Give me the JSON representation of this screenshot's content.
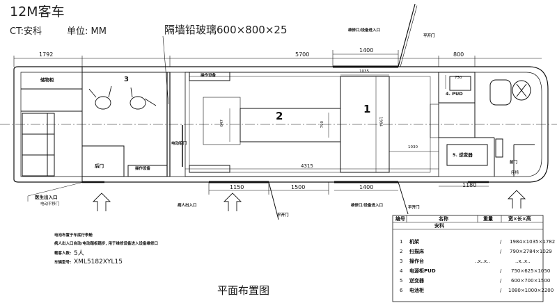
{
  "header": {
    "title": "12M客车",
    "client": "CT:安科",
    "unit": "单位: MM",
    "partition_glass": "隔墙铅玻璃600×800×25"
  },
  "dimensions": {
    "top": [
      "1792",
      "5700",
      "1400",
      "800"
    ],
    "bottom": [
      "1150",
      "1500",
      "1400",
      "1180"
    ],
    "inner": [
      "1035",
      "1984",
      "647",
      "790",
      "4315",
      "1030",
      "750"
    ]
  },
  "zones": {
    "z1": "1",
    "z2": "2",
    "z3": "3",
    "pud": "4. PUD",
    "inverter": "5. 逆变器"
  },
  "labels": {
    "storage_cabinet": "储物柜",
    "rear_door": "后门",
    "operation_cabinet_top": "操作设备",
    "operation_cabinet_bottom": "操作设备",
    "electric_door": "电动铅门",
    "maint_top": "维修口/设备进入口",
    "maint_bottom": "维修口/设备进入口",
    "flat_door_top": "平开门",
    "flat_door_bottom1": "平开门",
    "flat_door_bottom2": "平开门",
    "front_door": "前门",
    "seat_label": "座椅",
    "patient_entry": "病人出入口",
    "rear_exit": "医生出入口",
    "rear_exit_sub": "电动平移门"
  },
  "notes": {
    "line1": "电池布置于车底行李舱",
    "line2": "病人出入口自动/电动踏板踏步, 用于维修设备进入设备维修口",
    "line3_label": "载客人数:",
    "line3_value": "5人",
    "line4_label": "车辆型号:",
    "line4_value": "XML5182XYL15"
  },
  "caption": "平面布置图",
  "table": {
    "headers": [
      "编号",
      "名称",
      "重量",
      "宽×长×高"
    ],
    "group": "安科",
    "rows": [
      {
        "no": "1",
        "name": "机架",
        "weight": "/",
        "size": "1984×1035×1782"
      },
      {
        "no": "2",
        "name": "扫描床",
        "weight": "/",
        "size": "790×2784×1029"
      },
      {
        "no": "3",
        "name": "操作台",
        "weight": "..x..x..",
        "size": "..x..x.."
      },
      {
        "no": "4",
        "name": "电源柜PUD",
        "weight": "/",
        "size": "750×625×1050"
      },
      {
        "no": "5",
        "name": "逆变器",
        "weight": "/",
        "size": "600×700×1500"
      },
      {
        "no": "6",
        "name": "电池柜",
        "weight": "/",
        "size": "1080×1000×2200"
      }
    ]
  }
}
